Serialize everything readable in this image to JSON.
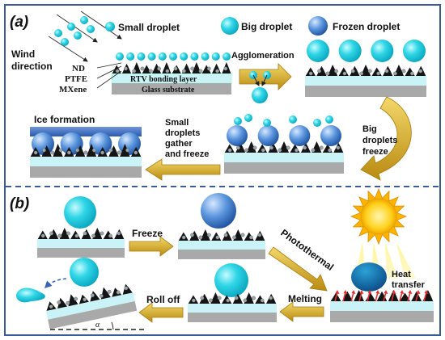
{
  "panel_a": {
    "label": "(a)",
    "legend": {
      "small": "Small droplet",
      "big": "Big droplet",
      "frozen": "Frozen droplet"
    },
    "wind_line1": "Wind",
    "wind_line2": "direction",
    "layers": {
      "nd": "ND",
      "ptfe": "PTFE",
      "mxene": "MXene",
      "rtv": "RTV bonding layer",
      "glass": "Glass substrate"
    },
    "agglomeration": "Agglomeration",
    "big_freeze": [
      "Big",
      "droplets",
      "freeze"
    ],
    "small_gather": [
      "Small",
      "droplets",
      "gather",
      "and freeze"
    ],
    "ice_formation": "Ice formation"
  },
  "panel_b": {
    "label": "(b)",
    "freeze": "Freeze",
    "photothermal": "Photothermal",
    "heat_transfer": [
      "Heat",
      "transfer"
    ],
    "melting": "Melting",
    "roll_off": "Roll off",
    "alpha": "α"
  },
  "colors": {
    "border": "#3a5a9a",
    "water": "#28d0e0",
    "frozen": "#3f7fcf",
    "rtv": "#c9f3f7",
    "glass": "#a9a9a9",
    "arrow": "#e0b020",
    "sun": "#ffcc00",
    "heat_arrow": "#e23030"
  }
}
